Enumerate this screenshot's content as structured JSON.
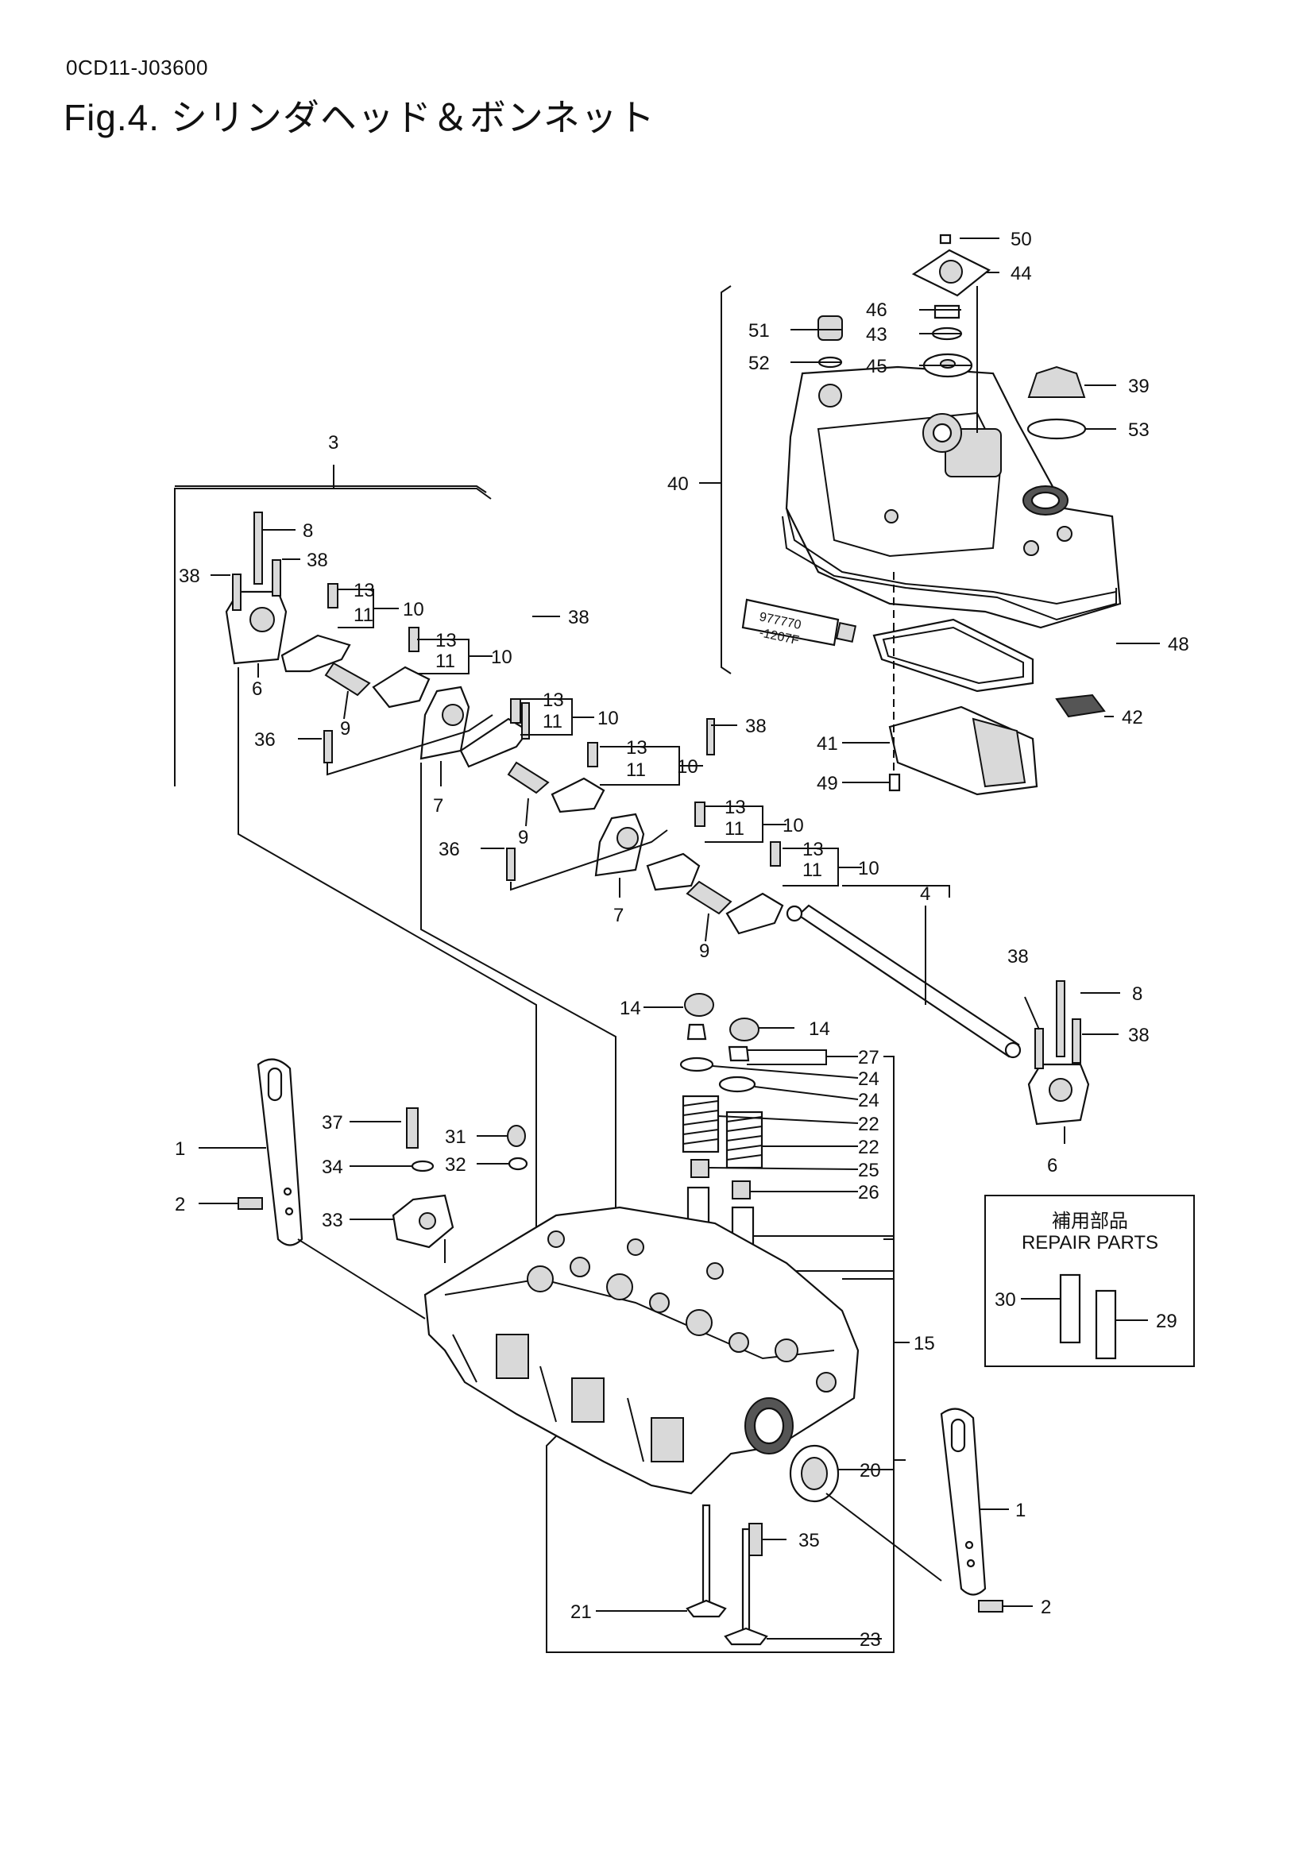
{
  "header": {
    "doc_code": "0CD11-J03600",
    "title": "Fig.4.  シリンダヘッド＆ボンネット"
  },
  "callouts": {
    "c1a": "1",
    "c1b": "1",
    "c2a": "2",
    "c2b": "2",
    "c3": "3",
    "c4": "4",
    "c6a": "6",
    "c6b": "6",
    "c7a": "7",
    "c7b": "7",
    "c8a": "8",
    "c8b": "8",
    "c9a": "9",
    "c9b": "9",
    "c9c": "9",
    "c10a": "10",
    "c10b": "10",
    "c10c": "10",
    "c10d": "10",
    "c10e": "10",
    "c10f": "10",
    "c11a": "11",
    "c11b": "11",
    "c11c": "11",
    "c11d": "11",
    "c11e": "11",
    "c11f": "11",
    "c13a": "13",
    "c13b": "13",
    "c13c": "13",
    "c13d": "13",
    "c13e": "13",
    "c13f": "13",
    "c14a": "14",
    "c14b": "14",
    "c15": "15",
    "c20": "20",
    "c21": "21",
    "c22a": "22",
    "c22b": "22",
    "c23": "23",
    "c24a": "24",
    "c24b": "24",
    "c25": "25",
    "c26": "26",
    "c27": "27",
    "c29": "29",
    "c30": "30",
    "c31": "31",
    "c32": "32",
    "c33": "33",
    "c34": "34",
    "c35": "35",
    "c36a": "36",
    "c36b": "36",
    "c37": "37",
    "c38a": "38",
    "c38b": "38",
    "c38c": "38",
    "c38d": "38",
    "c38e": "38",
    "c38f": "38",
    "c39": "39",
    "c40": "40",
    "c41": "41",
    "c42": "42",
    "c43": "43",
    "c44": "44",
    "c45": "45",
    "c46": "46",
    "c48": "48",
    "c49": "49",
    "c50": "50",
    "c51": "51",
    "c52": "52",
    "c53": "53"
  },
  "repair_parts": {
    "title_jp": "補用部品",
    "title_en": "REPAIR PARTS"
  },
  "sealant_tube": {
    "line1": "977770",
    "line2": "-1207F"
  }
}
